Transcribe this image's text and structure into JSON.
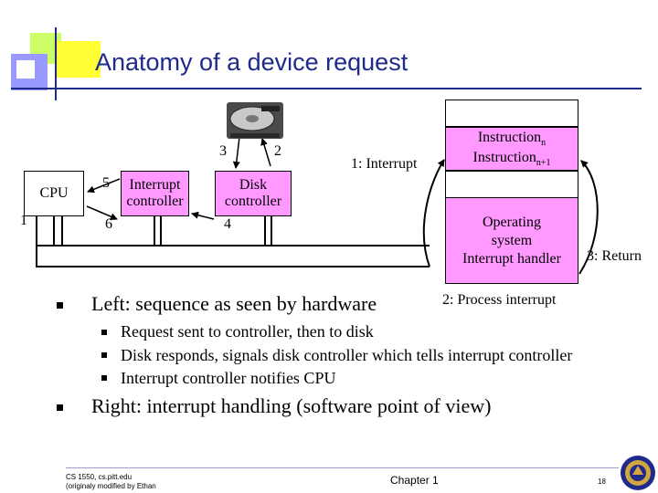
{
  "slide": {
    "title": "Anatomy of a device request"
  },
  "diagram": {
    "cpu_label": "CPU",
    "ic_line1": "Interrupt",
    "ic_line2": "controller",
    "dc_line1": "Disk",
    "dc_line2": "controller",
    "step_1": "1",
    "step_2": "2",
    "step_3": "3",
    "step_4": "4",
    "step_5": "5",
    "step_6": "6",
    "interrupt_label": "1: Interrupt",
    "instr_n_base": "Instruction",
    "instr_n_sub": "n",
    "instr_n1_base": "Instruction",
    "instr_n1_sub": "n+1",
    "os_line1": "Operating",
    "os_line2": "system",
    "os_line3": "Interrupt handler",
    "return_label": "3: Return",
    "process_label": "2: Process interrupt"
  },
  "bullets": {
    "left": "Left: sequence as seen by hardware",
    "sub1": "Request sent to controller, then to disk",
    "sub2": "Disk responds, signals disk controller which tells interrupt controller",
    "sub3": "Interrupt controller notifies CPU",
    "right": "Right: interrupt handling (software point of view)"
  },
  "footer": {
    "course_line1": "CS 1550, cs.pitt.edu",
    "course_line2": "(originaly modified by Ethan",
    "chapter": "Chapter 1",
    "page": "18"
  },
  "colors": {
    "title": "#1f2b8a",
    "controller_fill": "#ff99ff"
  }
}
